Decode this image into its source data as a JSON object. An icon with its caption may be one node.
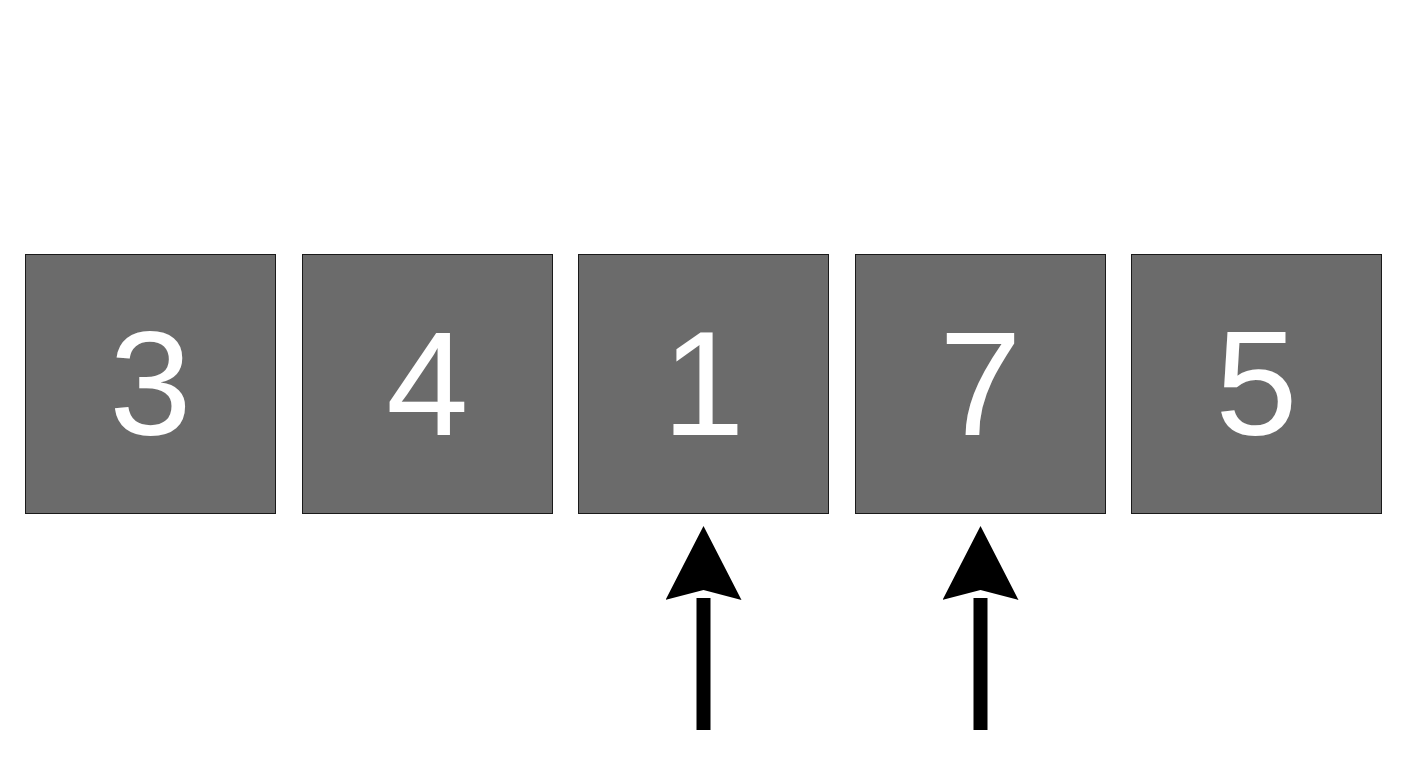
{
  "diagram": {
    "nodes": [
      {
        "text": [
          "3"
        ]
      },
      {
        "text": [
          "4"
        ]
      },
      {
        "text": [
          "1"
        ]
      },
      {
        "text": [
          "7"
        ]
      },
      {
        "text": [
          "5"
        ]
      }
    ],
    "edges": [
      {
        "from": null,
        "to": 2,
        "arrow": "to"
      },
      {
        "from": null,
        "to": 3,
        "arrow": "to"
      }
    ]
  }
}
